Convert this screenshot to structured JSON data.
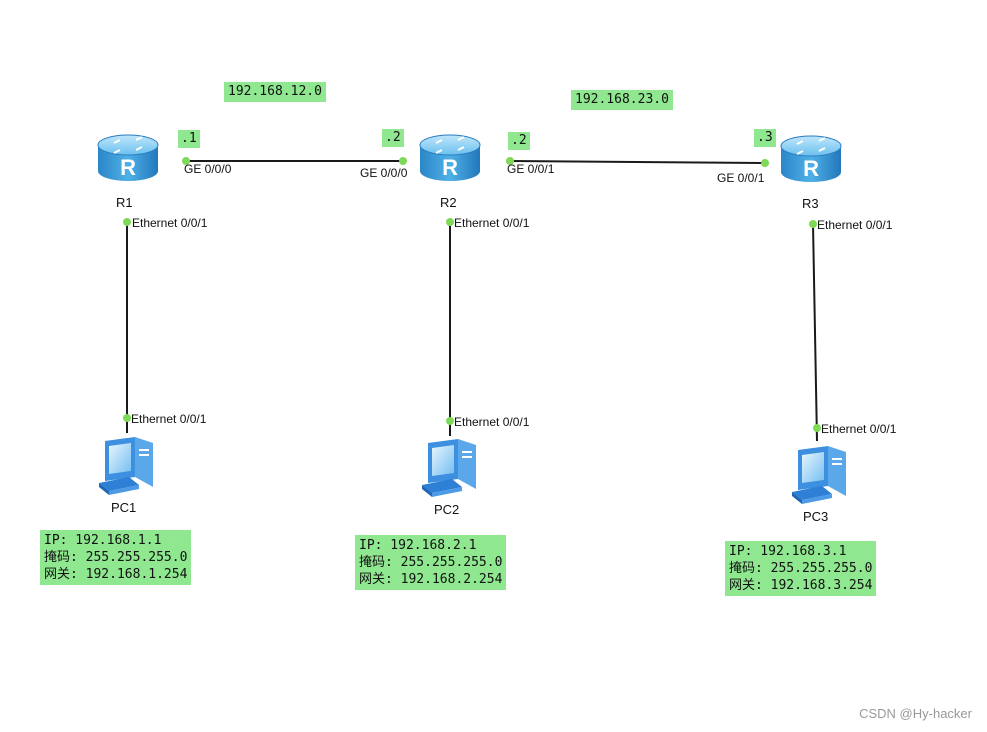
{
  "networks": {
    "r1_r2": "192.168.12.0",
    "r2_r3": "192.168.23.0"
  },
  "host_tags": {
    "r1_ge": ".1",
    "r2_ge000": ".2",
    "r2_ge001": ".2",
    "r3_ge": ".3"
  },
  "routers": {
    "r1": "R1",
    "r2": "R2",
    "r3": "R3"
  },
  "pcs": {
    "pc1": "PC1",
    "pc2": "PC2",
    "pc3": "PC3"
  },
  "ports": {
    "r1_ge": "GE 0/0/0",
    "r2_ge000": "GE 0/0/0",
    "r2_ge001": "GE 0/0/1",
    "r3_ge": "GE 0/0/1",
    "r1_eth": "Ethernet 0/0/1",
    "r2_eth": "Ethernet 0/0/1",
    "r3_eth": "Ethernet 0/0/1",
    "pc1_eth": "Ethernet 0/0/1",
    "pc2_eth": "Ethernet 0/0/1",
    "pc3_eth": "Ethernet 0/0/1"
  },
  "pc_configs": [
    {
      "ip": "IP: 192.168.1.1",
      "mask": "掩码: 255.255.255.0",
      "gateway": "网关: 192.168.1.254"
    },
    {
      "ip": "IP: 192.168.2.1",
      "mask": "掩码: 255.255.255.0",
      "gateway": "网关: 192.168.2.254"
    },
    {
      "ip": "IP: 192.168.3.1",
      "mask": "掩码: 255.255.255.0",
      "gateway": "网关: 192.168.3.254"
    }
  ],
  "watermark": "CSDN @Hy-hacker",
  "colors": {
    "label_bg": "#8fe88f",
    "port_dot": "#7ed957",
    "link": "#1a1a1a",
    "router": "#3a9fd8",
    "pc": "#3d8fe0"
  },
  "icons": {
    "router": "router-icon",
    "pc": "pc-icon"
  }
}
